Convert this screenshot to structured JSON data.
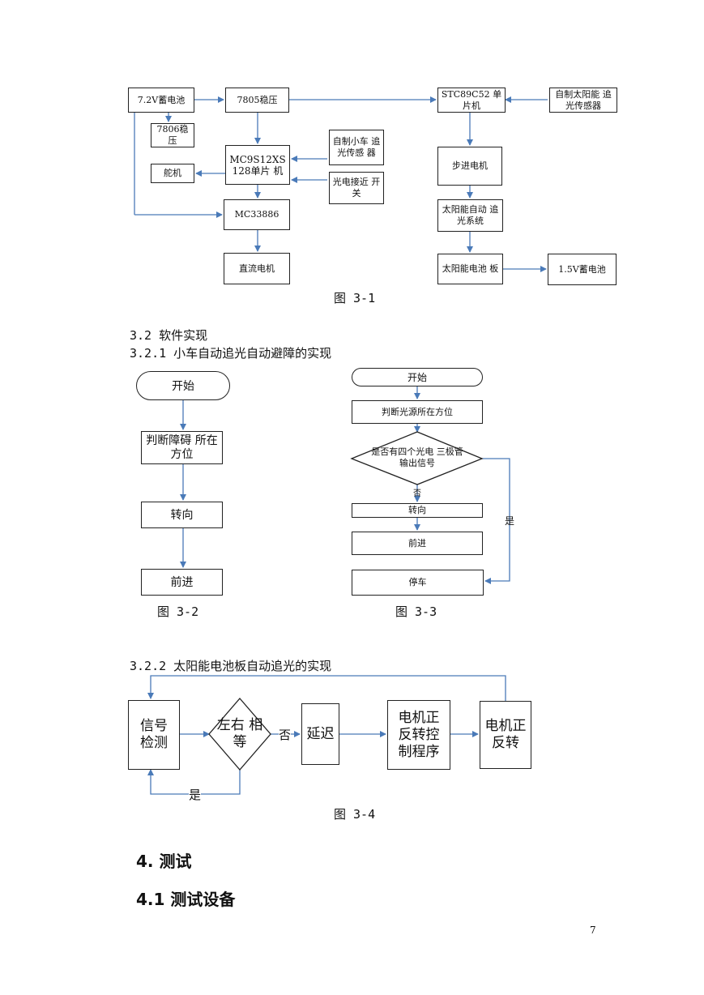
{
  "fig31": {
    "battery_72": "7.2V蓄电池",
    "reg_7805": "7805稳压",
    "stc": "STC89C52 单片机",
    "solar_sensor": "自制太阳能 追光传感器",
    "reg_7806": "7806稳 压",
    "mc9s12": "MC9S12XS 128单片 机",
    "car_sensor": "自制小车 追光传感 器",
    "servo": "舵机",
    "photo_switch": "光电接近 开关",
    "stepper": "步进电机",
    "mc33886": "MC33886",
    "solar_track": "太阳能自动 追光系统",
    "dc_motor": "直流电机",
    "solar_panel": "太阳能电池 板",
    "battery_15": "1.5V蓄电池",
    "caption": "图 3-1"
  },
  "sec_3_2": "3.2 软件实现",
  "sec_3_2_1": "3.2.1 小车自动追光自动避障的实现",
  "fig32": {
    "start": "开始",
    "judge": "判断障碍 所在方位",
    "turn": "转向",
    "forward": "前进",
    "caption": "图 3-2"
  },
  "fig33": {
    "start": "开始",
    "judge": "判断光源所在方位",
    "decision": "是否有四个光电 三极管输出信号",
    "no": "否",
    "yes": "是",
    "turn": "转向",
    "forward": "前进",
    "stop": "停车",
    "caption": "图 3-3"
  },
  "sec_3_2_2": "3.2.2 太阳能电池板自动追光的实现",
  "fig34": {
    "detect": "信号 检测",
    "equal": "左右 相等",
    "no": "否",
    "delay": "延迟",
    "ctrl": "电机正 反转控 制程序",
    "motor": "电机正 反转",
    "yes": "是",
    "caption": "图 3-4"
  },
  "sec_4": "4. 测试",
  "sec_4_1": "4.1 测试设备",
  "page_number": "7"
}
